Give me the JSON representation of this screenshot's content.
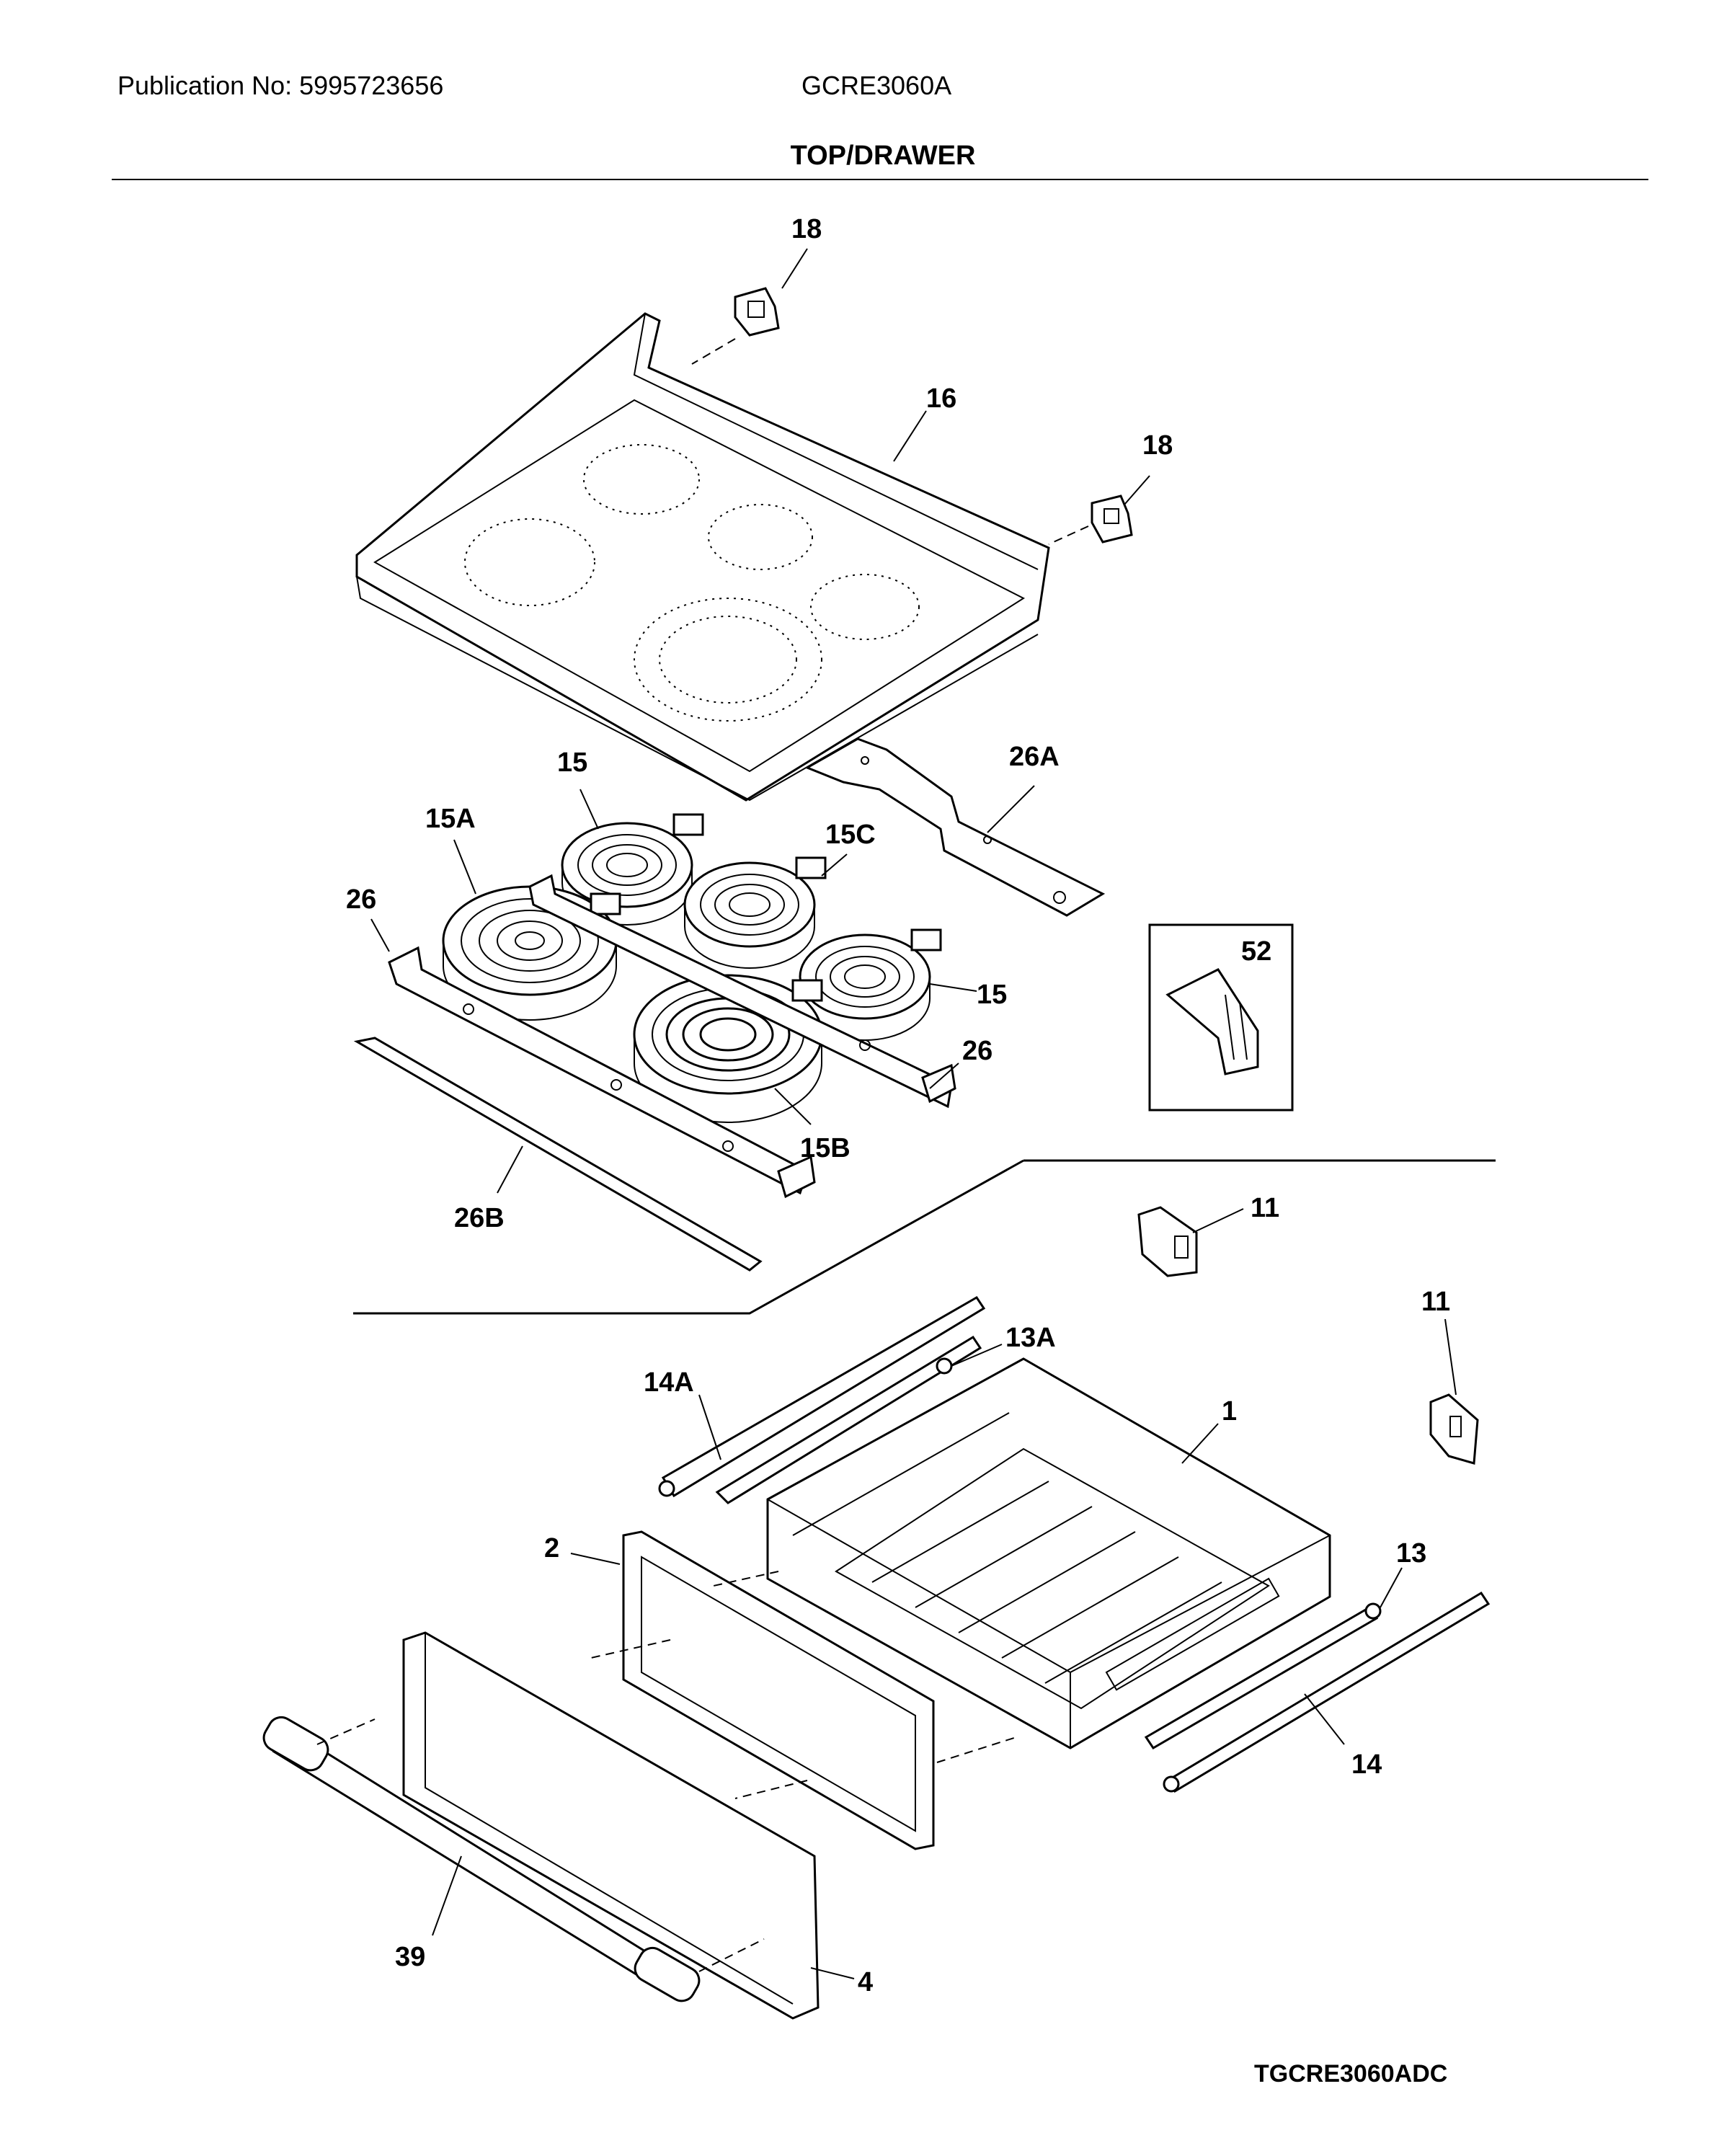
{
  "header": {
    "publication": "Publication No: 5995723656",
    "model": "GCRE3060A",
    "section_title": "TOP/DRAWER"
  },
  "callouts": {
    "c18a": "18",
    "c16": "16",
    "c18b": "18",
    "c26a": "26A",
    "c15a_top": "15",
    "c15a": "15A",
    "c15c": "15C",
    "c26_left": "26",
    "c52": "52",
    "c15_right": "15",
    "c26_right": "26",
    "c15b": "15B",
    "c26b": "26B",
    "c11a": "11",
    "c11b": "11",
    "c13a": "13A",
    "c14a": "14A",
    "c1": "1",
    "c2": "2",
    "c13": "13",
    "c14": "14",
    "c39": "39",
    "c4": "4"
  },
  "footer": {
    "drawing_id": "TGCRE3060ADC"
  }
}
